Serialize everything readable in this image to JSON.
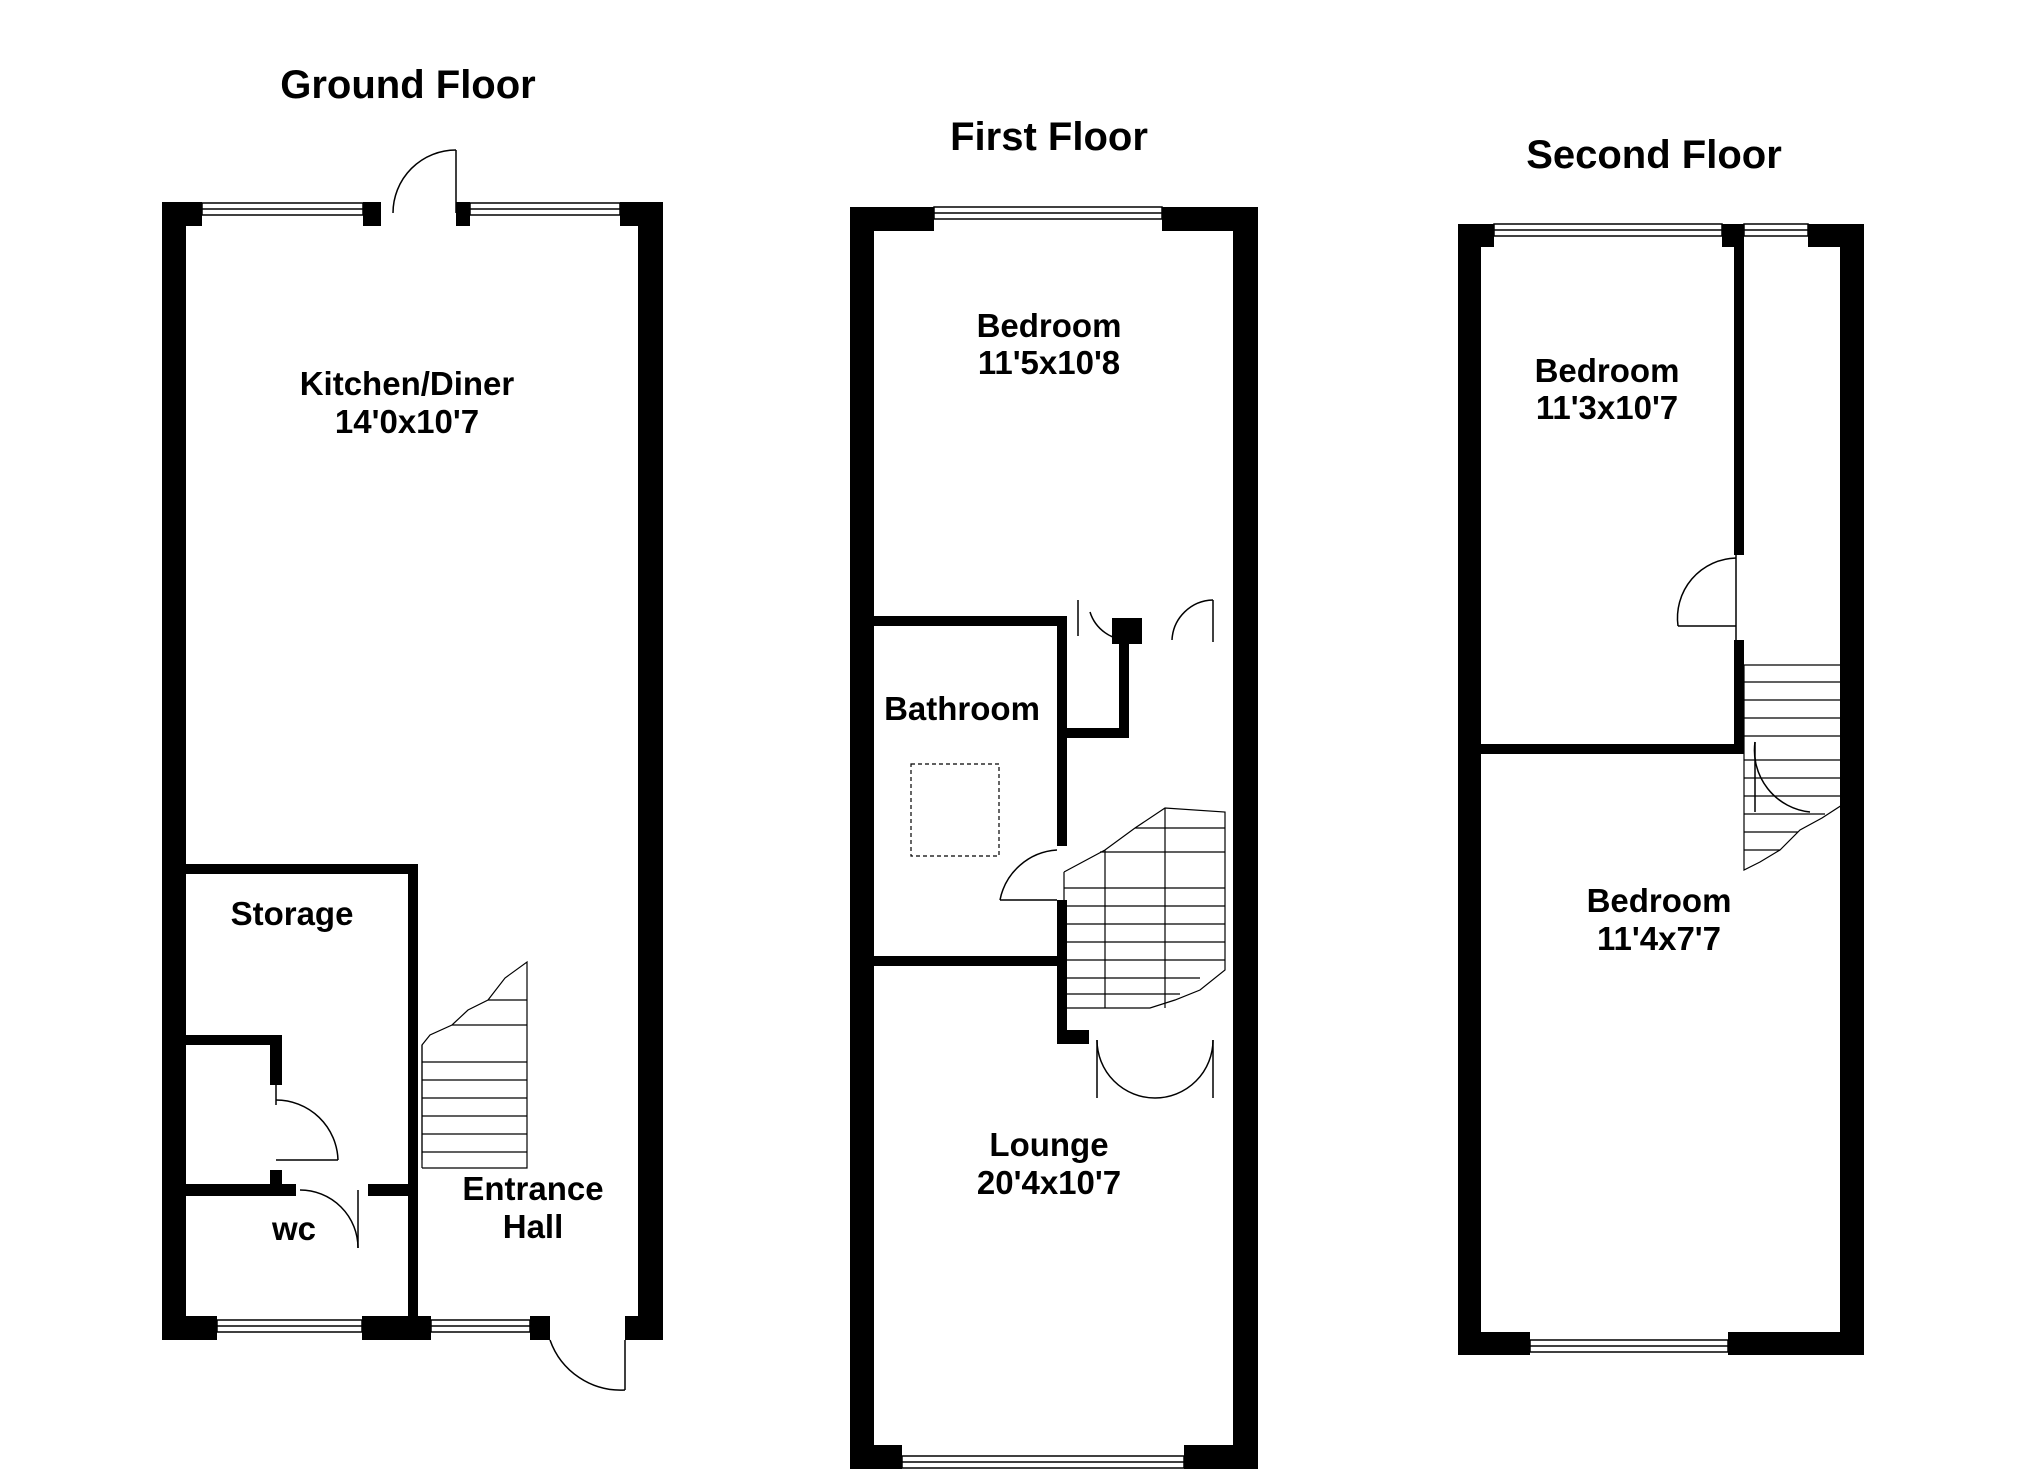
{
  "floors": [
    {
      "title": "Ground Floor",
      "rooms": [
        {
          "name": "Kitchen/Diner",
          "size": "14'0x10'7"
        },
        {
          "name": "Storage"
        },
        {
          "name": "wc"
        },
        {
          "name": "Entrance",
          "name_line2": "Hall"
        }
      ]
    },
    {
      "title": "First Floor",
      "rooms": [
        {
          "name": "Bedroom",
          "size": "11'5x10'8"
        },
        {
          "name": "Bathroom"
        },
        {
          "name": "Lounge",
          "size": "20'4x10'7"
        }
      ]
    },
    {
      "title": "Second Floor",
      "rooms": [
        {
          "name": "Bedroom",
          "size": "11'3x10'7"
        },
        {
          "name": "Bedroom",
          "size": "11'4x7'7"
        }
      ]
    }
  ]
}
